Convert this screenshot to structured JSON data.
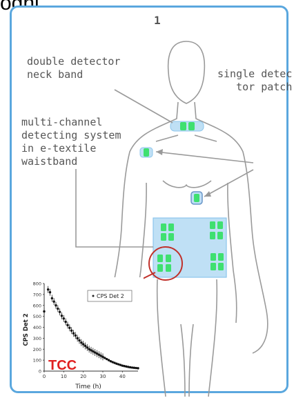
{
  "header": {
    "cut_text": "ogni",
    "panel_number": "1"
  },
  "labels": {
    "neck": [
      "double detector",
      "neck band"
    ],
    "patch": [
      "single detec",
      "tor patch"
    ],
    "waist": [
      "multi-channel",
      "detecting system",
      "in e-textile",
      "waistband"
    ]
  },
  "inset": {
    "overlay_label": "TCC",
    "legend": "CPS Det 2"
  },
  "colors": {
    "frame": "#5aa7de",
    "detector": "#3fe070",
    "band": "#bfe0f5",
    "arrow": "#c0302a",
    "tcc": "#e02020"
  },
  "chart_data": {
    "type": "scatter",
    "xlabel": "Time (h)",
    "ylabel": "CPS Det 2",
    "xlim": [
      0,
      48
    ],
    "ylim": [
      0,
      800
    ],
    "x_ticks": [
      "0",
      "10",
      "20",
      "30",
      "40"
    ],
    "y_ticks": [
      "0",
      "100",
      "200",
      "300",
      "400",
      "500",
      "600",
      "700",
      "800"
    ],
    "series": [
      {
        "name": "CPS Det 2",
        "x": [
          0,
          2,
          3,
          4,
          5,
          6,
          7,
          8,
          9,
          10,
          11,
          12,
          13,
          14,
          15,
          16,
          17,
          18,
          19,
          20,
          21,
          22,
          23,
          24,
          25,
          26,
          27,
          28,
          29,
          30,
          31,
          32,
          33,
          34,
          35,
          36,
          37,
          38,
          39,
          40,
          41,
          42,
          43,
          44,
          45,
          46,
          47,
          48
        ],
        "y": [
          545,
          745,
          720,
          665,
          635,
          600,
          570,
          540,
          505,
          480,
          450,
          420,
          395,
          370,
          345,
          325,
          300,
          280,
          260,
          245,
          230,
          215,
          200,
          190,
          180,
          170,
          160,
          150,
          140,
          130,
          120,
          110,
          100,
          90,
          82,
          75,
          68,
          62,
          56,
          50,
          46,
          42,
          38,
          35,
          32,
          30,
          28,
          26
        ]
      }
    ]
  }
}
